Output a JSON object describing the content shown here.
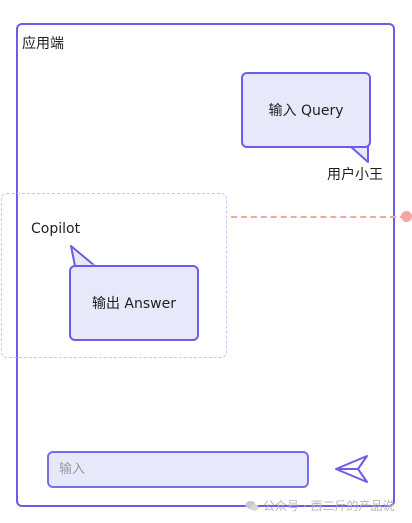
{
  "app": {
    "title": "应用端"
  },
  "user": {
    "query_label": "输入 Query",
    "name": "用户小王"
  },
  "copilot": {
    "label": "Copilot",
    "answer_label": "输出 Answer"
  },
  "input": {
    "placeholder": "输入"
  },
  "icons": {
    "send": "send-arrow-icon",
    "watermark": "wechat-icon"
  },
  "watermark": {
    "text": "公众号 · 西二斤的产品说"
  },
  "colors": {
    "accent": "#6c5ce7",
    "bubble_fill": "#e8e8fb",
    "dashed_zone": "#c9c4f4",
    "connector": "#f4a6a6",
    "watermark": "#b7b7b7"
  }
}
